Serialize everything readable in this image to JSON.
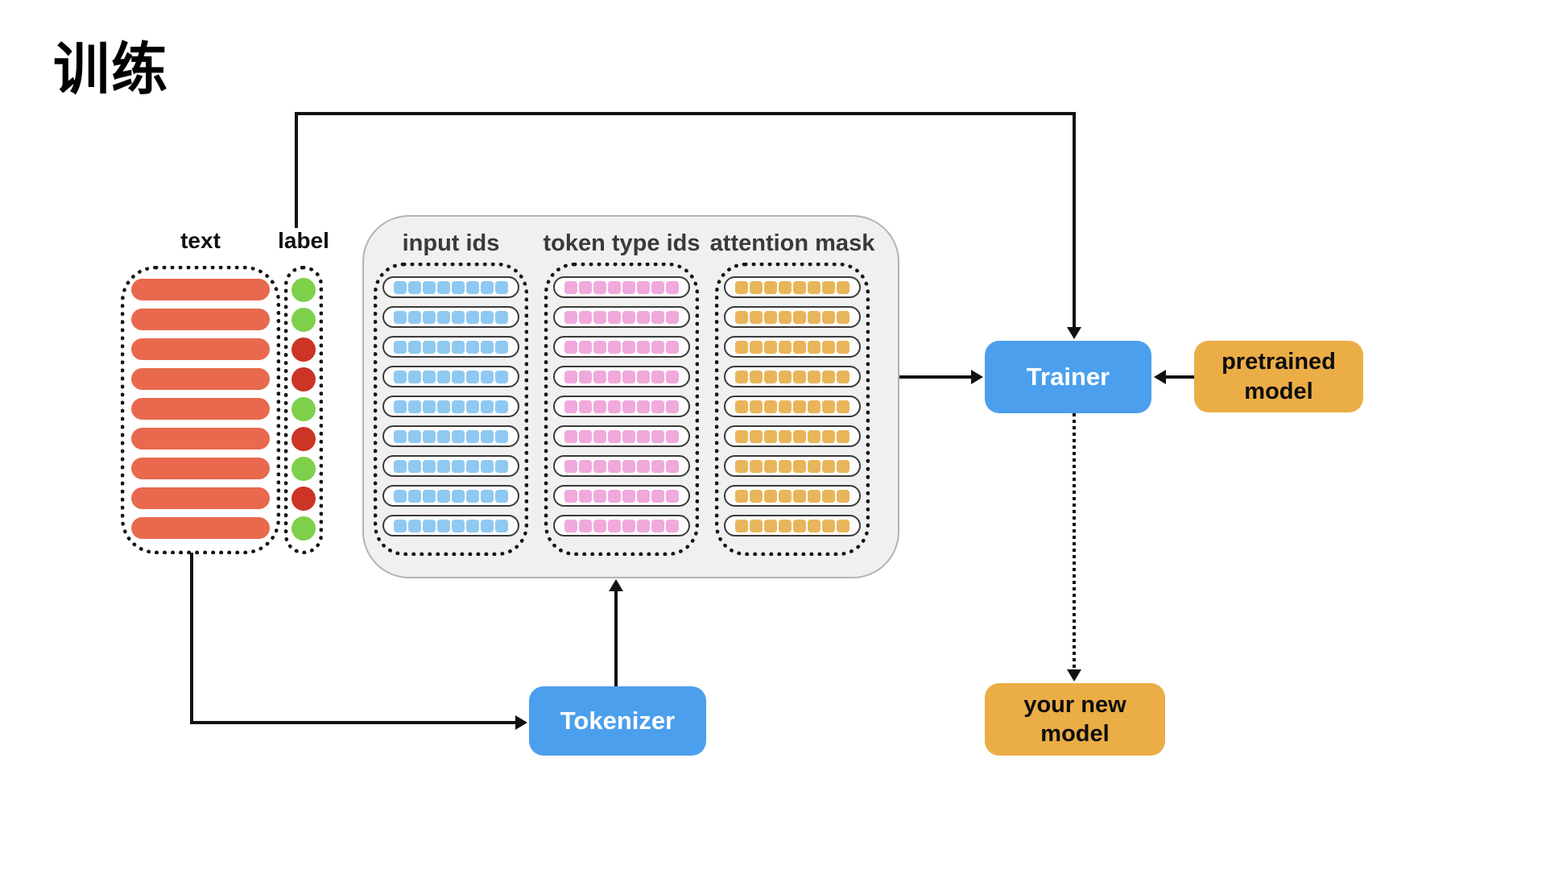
{
  "title": "训练",
  "colors": {
    "text_pill": "#E8694E",
    "label_green": "#7ED04B",
    "label_red": "#CC3425",
    "node_blue": "#4C9FED",
    "node_orange": "#EBAD46",
    "panel_bg": "#F0F0F0",
    "line": "#111111"
  },
  "dataset": {
    "text_header": "text",
    "label_header": "label",
    "text_row_count": 9,
    "label_dots": [
      "green",
      "green",
      "red",
      "red",
      "green",
      "red",
      "green",
      "red",
      "green"
    ]
  },
  "tokenized": {
    "columns": [
      {
        "name": "input ids",
        "color": "#8FC9F1",
        "row_count": 9,
        "cells_per_row": 8
      },
      {
        "name": "token type ids",
        "color": "#F0A9DB",
        "row_count": 9,
        "cells_per_row": 8
      },
      {
        "name": "attention mask",
        "color": "#E9B55A",
        "row_count": 9,
        "cells_per_row": 8
      }
    ]
  },
  "nodes": {
    "trainer": "Trainer",
    "tokenizer": "Tokenizer",
    "pretrained_model": "pretrained model",
    "your_new_model": "your new model"
  }
}
